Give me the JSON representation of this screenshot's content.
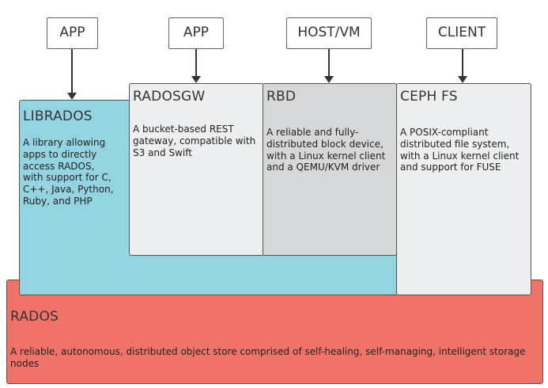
{
  "top_boxes": [
    {
      "label": "APP"
    },
    {
      "label": "APP"
    },
    {
      "label": "HOST/VM"
    },
    {
      "label": "CLIENT"
    }
  ],
  "librados": {
    "title": "LIBRADOS",
    "description": "A library allowing apps to directly access RADOS, with support for C, C++, Java, Python, Ruby, and PHP",
    "color": "#94d4e0"
  },
  "radosgw": {
    "title": "RADOSGW",
    "description": "A bucket-based REST gateway, compatible with S3 and Swift",
    "color": "#eceeef"
  },
  "rbd": {
    "title": "RBD",
    "description": "A reliable and fully-distributed block device, with a Linux kernel client and a QEMU/KVM driver",
    "color": "#d5d7d8"
  },
  "cephfs": {
    "title": "CEPH FS",
    "description": "A POSIX-compliant distributed file system, with a Linux kernel client and support for FUSE",
    "color": "#eceeef"
  },
  "rados": {
    "title": "RADOS",
    "description": "A reliable, autonomous, distributed object store comprised of self-healing, self-managing, intelligent storage nodes",
    "color": "#f07368"
  }
}
